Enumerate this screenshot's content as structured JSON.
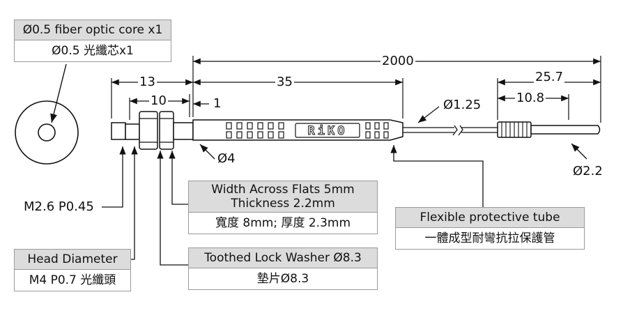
{
  "callouts": {
    "fiber_core": {
      "title": "Ø0.5 fiber optic core x1",
      "subtitle": "Ø0.5 光纖芯x1"
    },
    "width_flats": {
      "title_line1": "Width Across Flats 5mm",
      "title_line2": "Thickness 2.2mm",
      "subtitle": "寬度 8mm; 厚度 2.3mm"
    },
    "protective_tube": {
      "title": "Flexible protective tube",
      "subtitle": "一體成型耐彎抗拉保護管"
    },
    "head_diameter": {
      "title": "Head Diameter",
      "subtitle": "M4 P0.7 光纖頭"
    },
    "lock_washer": {
      "title": "Toothed Lock Washer Ø8.3",
      "subtitle": "墊片Ø8.3"
    }
  },
  "dimensions": {
    "d2000": "2000",
    "d13": "13",
    "d35": "35",
    "d10": "10",
    "d1": "1",
    "d25_7": "25.7",
    "d10_8": "10.8",
    "dia1_25": "Ø1.25",
    "dia4": "Ø4",
    "dia2_2": "Ø2.2"
  },
  "labels": {
    "thread_tip": "M2.6 P0.45",
    "brand": "RiKO"
  }
}
